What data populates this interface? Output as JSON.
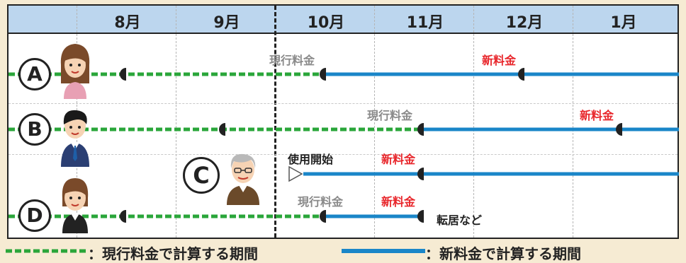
{
  "months": [
    "8月",
    "9月",
    "10月",
    "11月",
    "12月",
    "1月"
  ],
  "rows": [
    {
      "id": "A",
      "person": "woman-long-hair"
    },
    {
      "id": "B",
      "person": "man-suit"
    },
    {
      "id": "C",
      "person": "elderly-man"
    },
    {
      "id": "D",
      "person": "woman-short-hair"
    }
  ],
  "labels": {
    "current_rate": "現行料金",
    "new_rate": "新料金",
    "start_use": "使用開始",
    "move": "転居など"
  },
  "legend": {
    "dotted_text": "：現行料金で計算する期間",
    "solid_text": "：新料金で計算する期間"
  },
  "colors": {
    "dotted_green": "#2aa63a",
    "solid_blue": "#1a86c8",
    "header_blue": "#bcd6ee",
    "red_label": "#e8262b",
    "gray_label": "#8a8a8a"
  }
}
